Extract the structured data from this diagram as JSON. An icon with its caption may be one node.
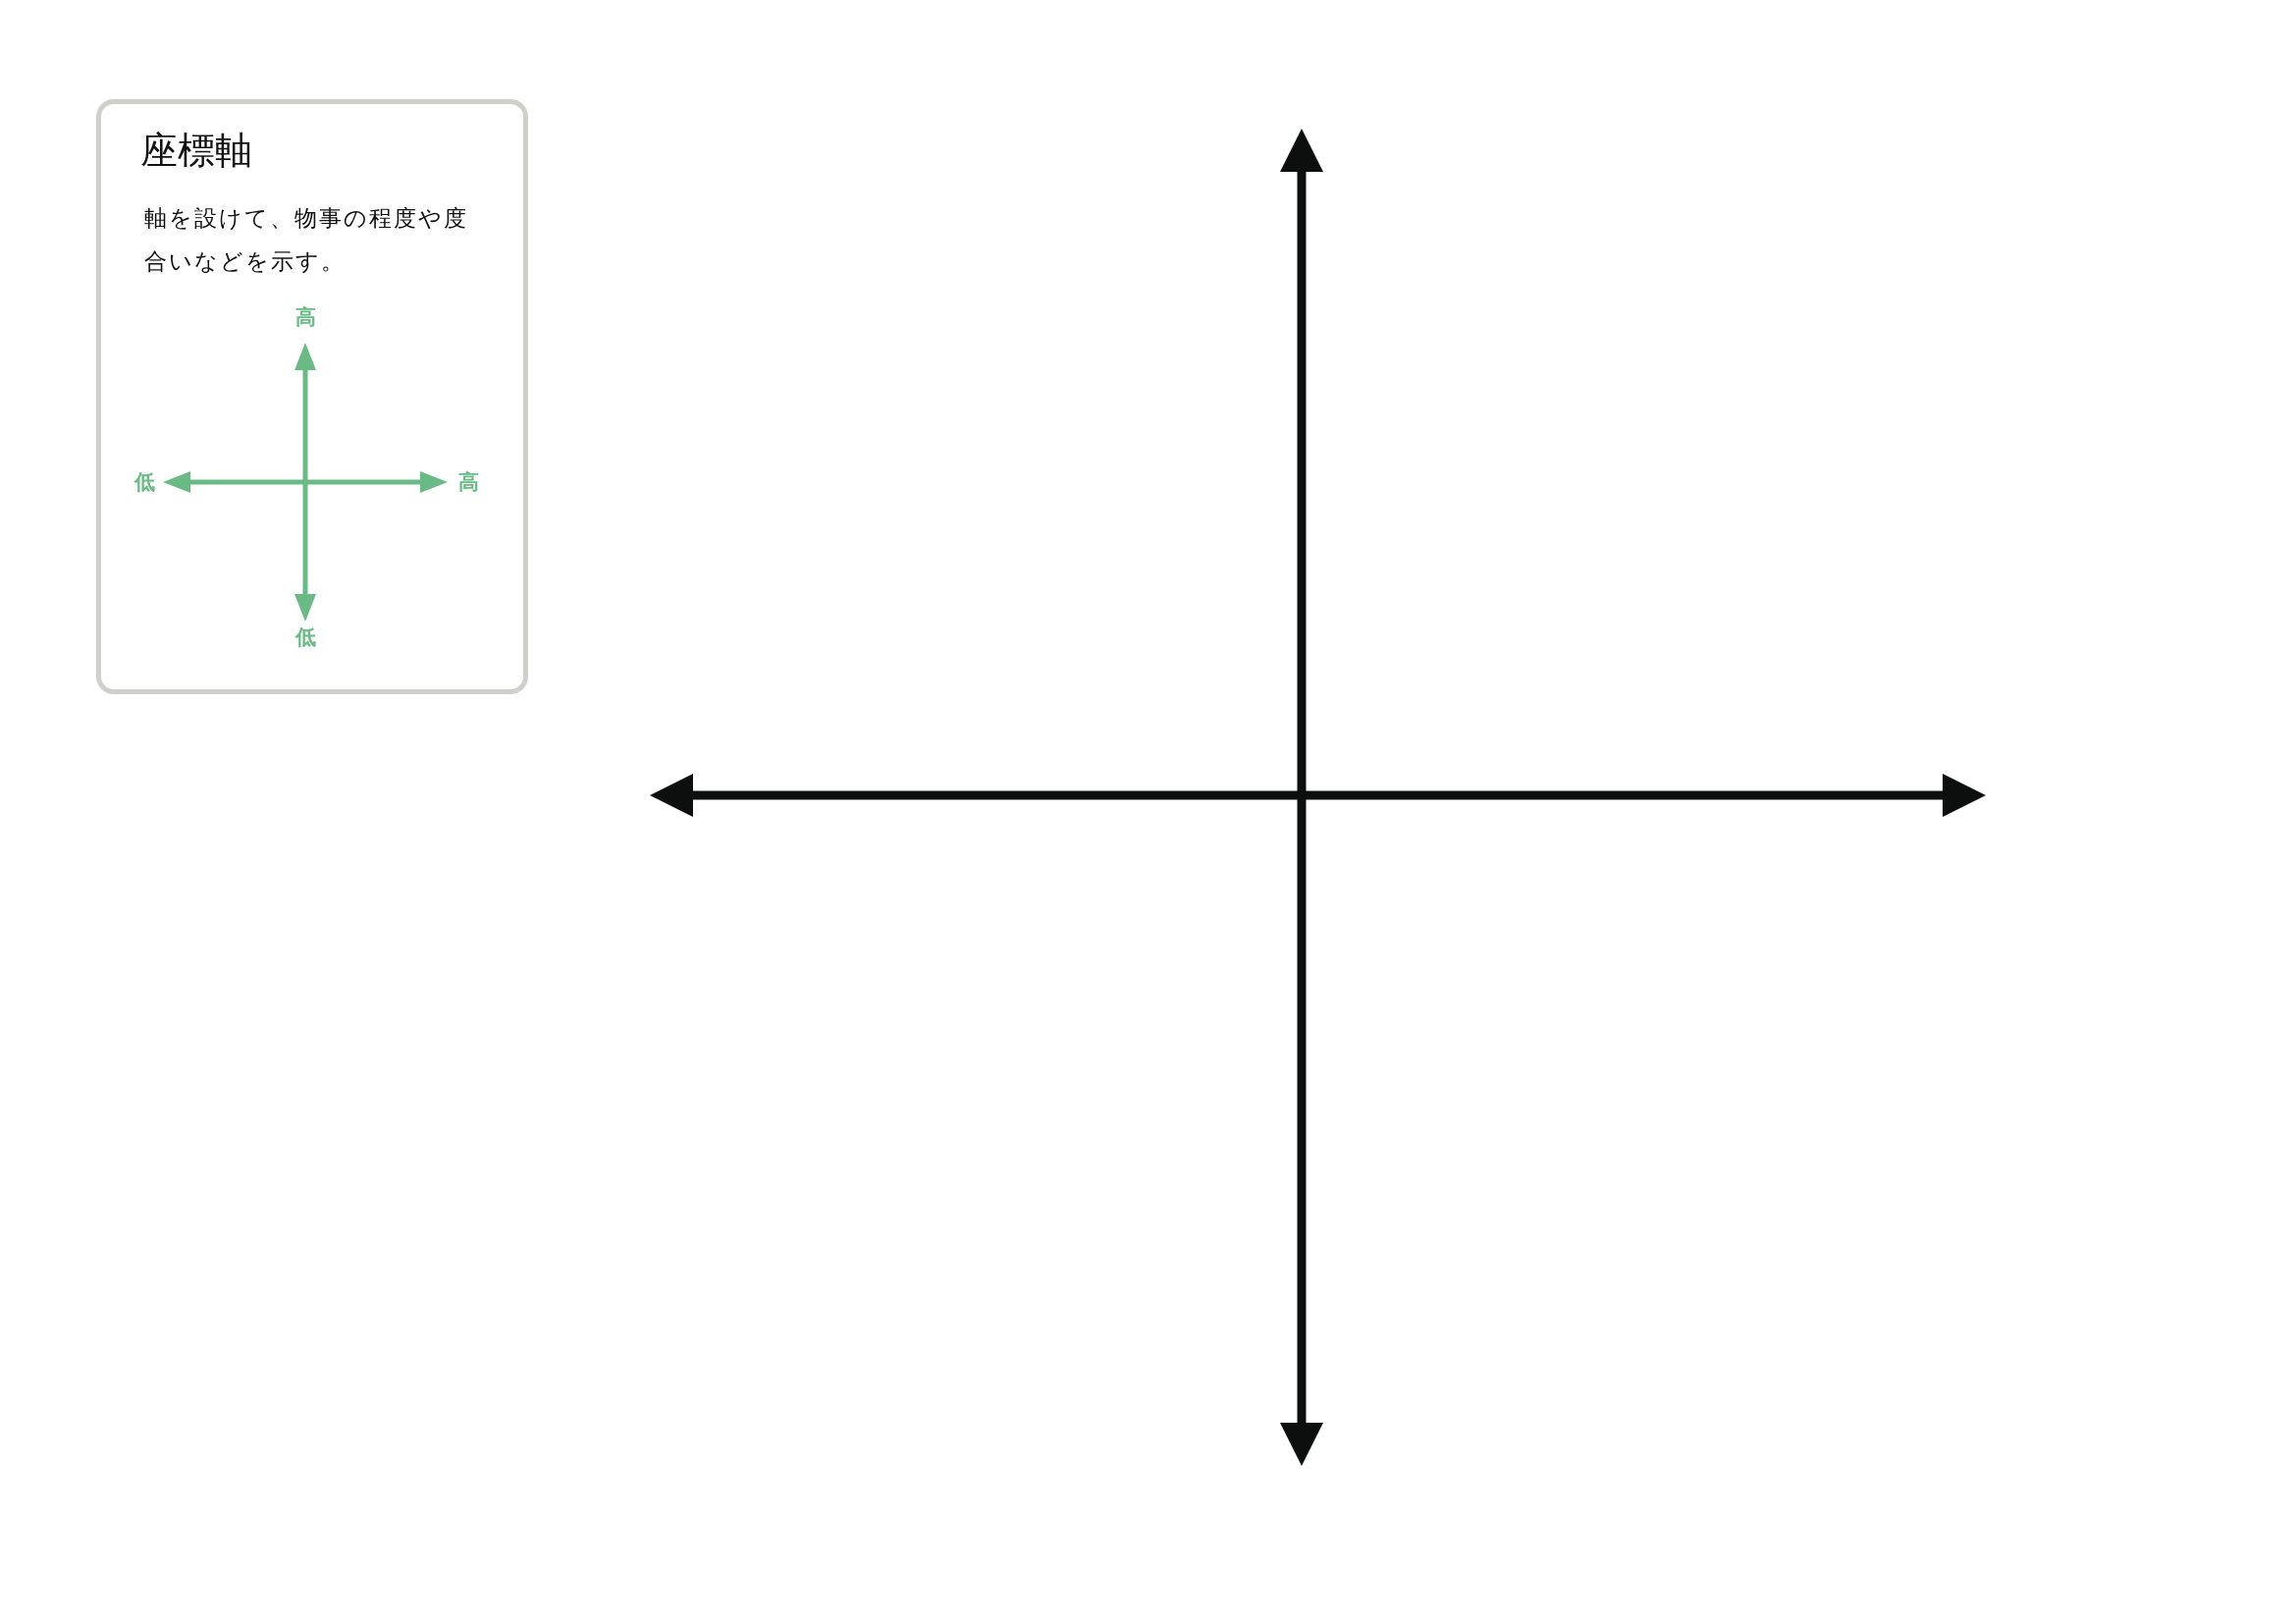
{
  "diagram": {
    "nodes": [
      {
        "text": [
          "座標軸",
          "軸を設けて、物事の程度や度合いなどを示す。"
        ]
      }
    ],
    "edges": [],
    "labels": [
      "高",
      "低",
      "高",
      "低"
    ]
  }
}
